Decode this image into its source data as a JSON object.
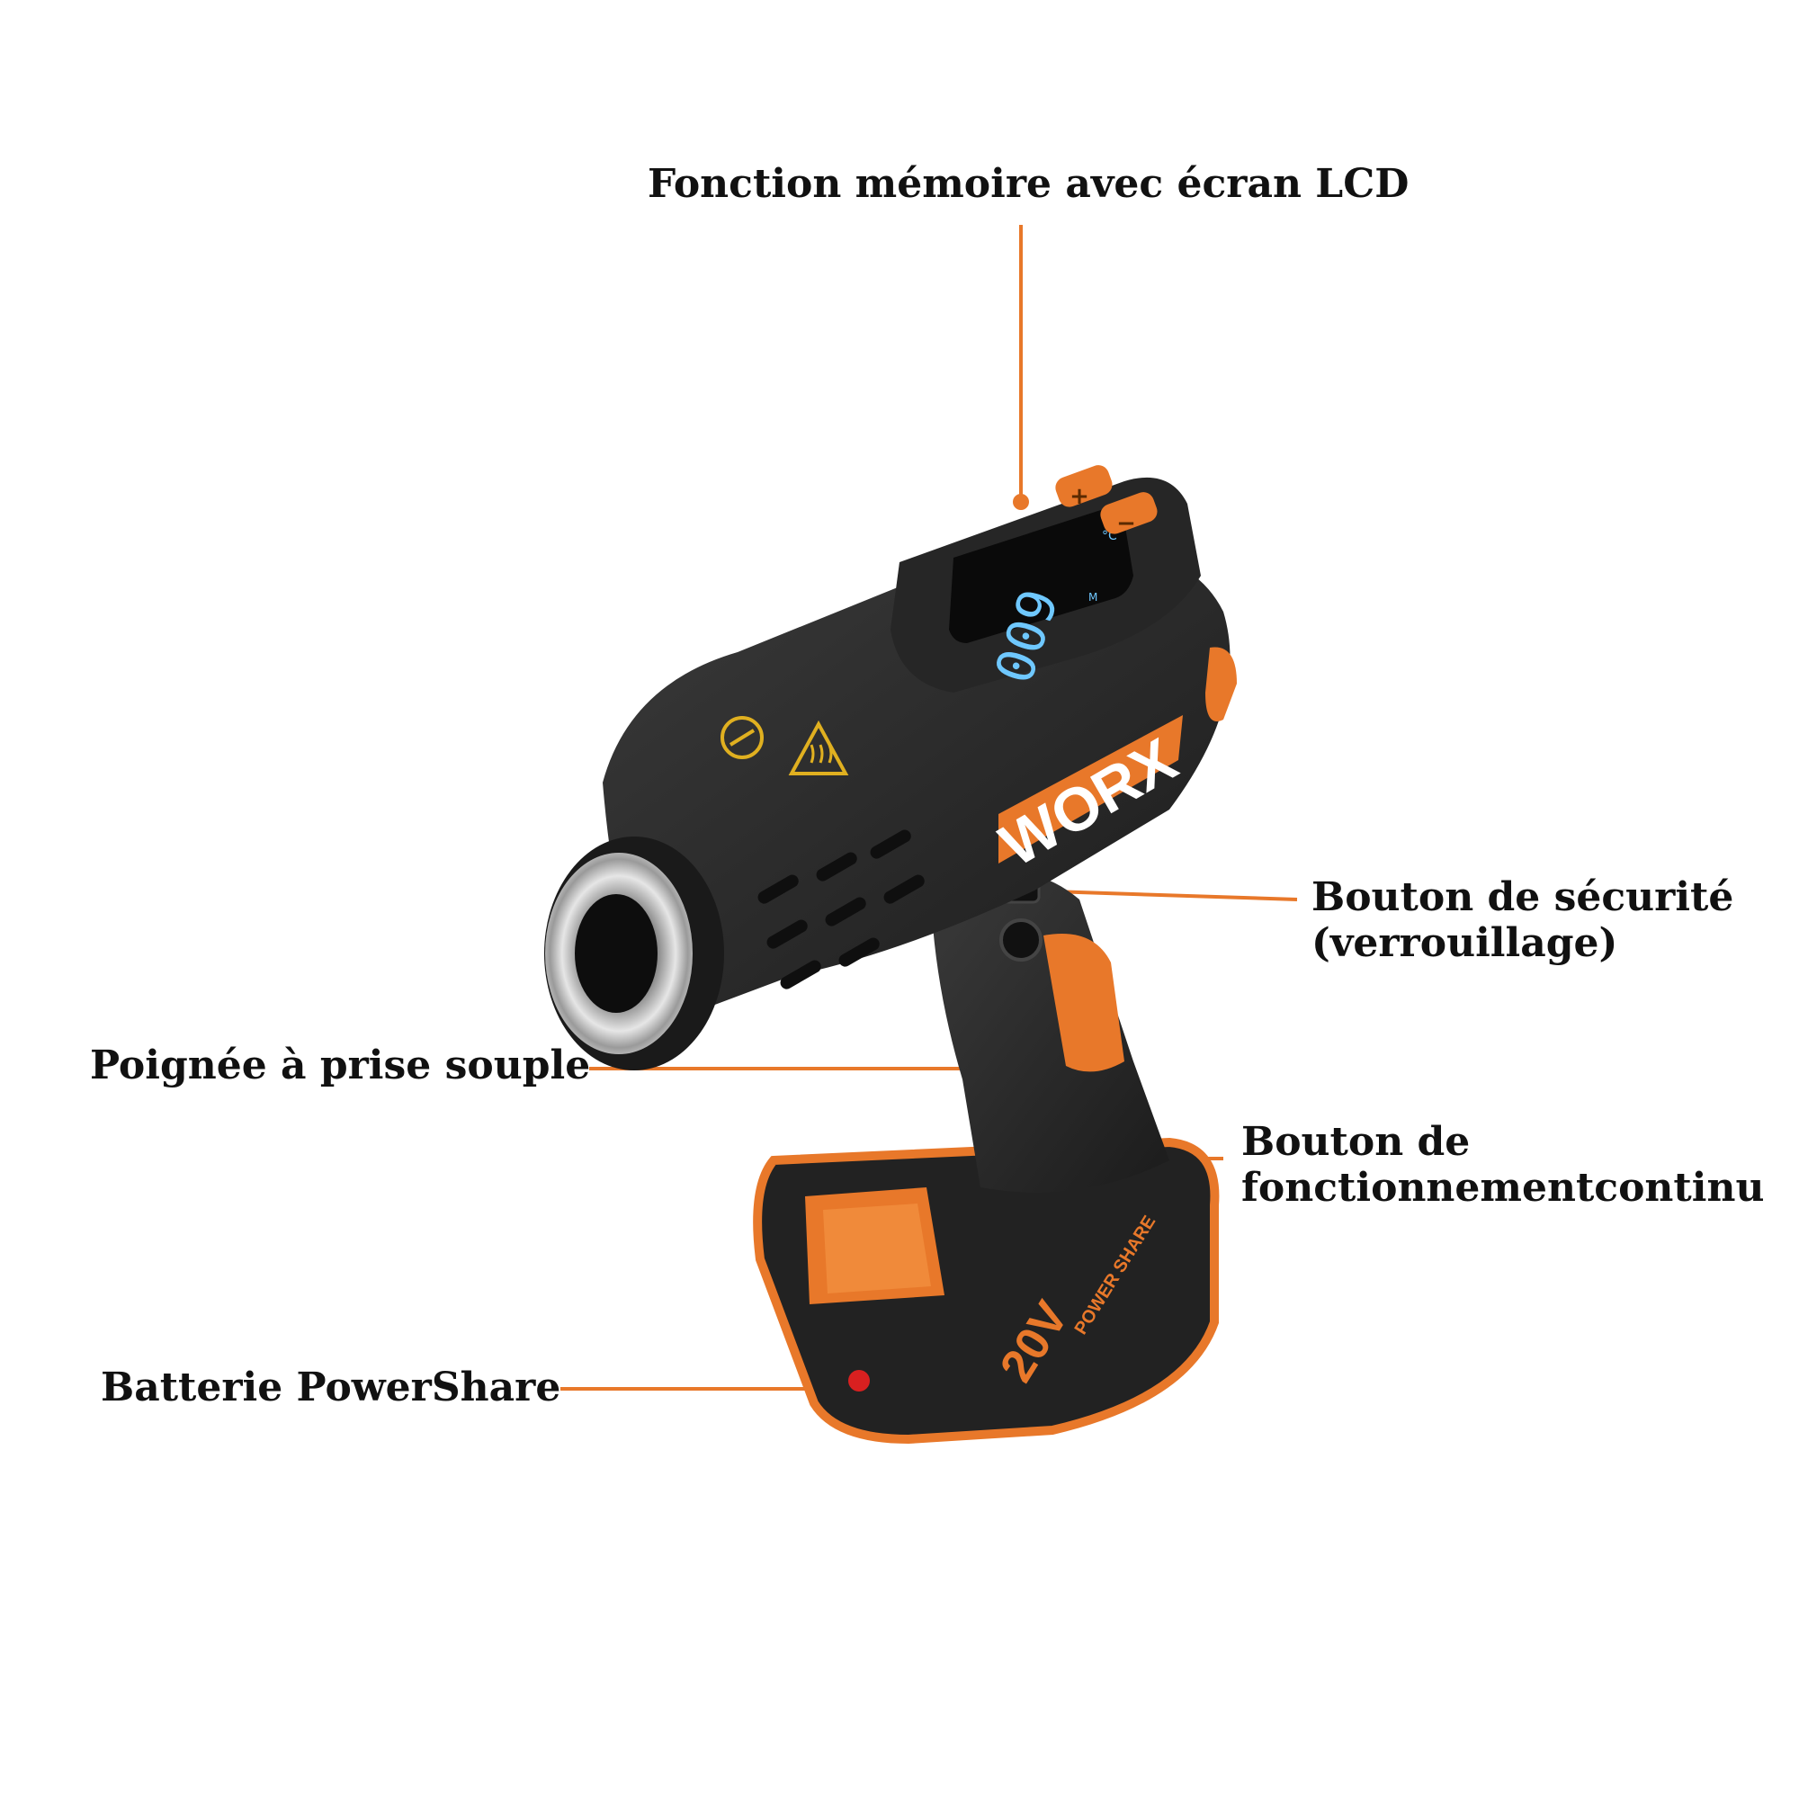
{
  "labels": {
    "lcd": "Fonction mémoire avec écran LCD",
    "safety_line1": "Bouton de sécurité",
    "safety_line2": "(verrouillage)",
    "grip": "Poignée à prise souple",
    "continuous_line1": "Bouton de",
    "continuous_line2": "fonctionnementcontinu",
    "battery": "Batterie PowerShare"
  },
  "device": {
    "brand": "WORX",
    "display_value": "600",
    "display_unit": "°C",
    "display_mode": "M",
    "plus_symbol": "+",
    "minus_symbol": "−",
    "battery_voltage": "20V",
    "battery_brand": "POWER SHARE"
  },
  "colors": {
    "accent": "#e8782a",
    "body": "#2b2b2b",
    "body_dark": "#1a1a1a",
    "lcd_text": "#6fc8ff",
    "text": "#111111"
  },
  "icons": [
    "burn-warning-icon",
    "hot-surface-warning-icon"
  ]
}
